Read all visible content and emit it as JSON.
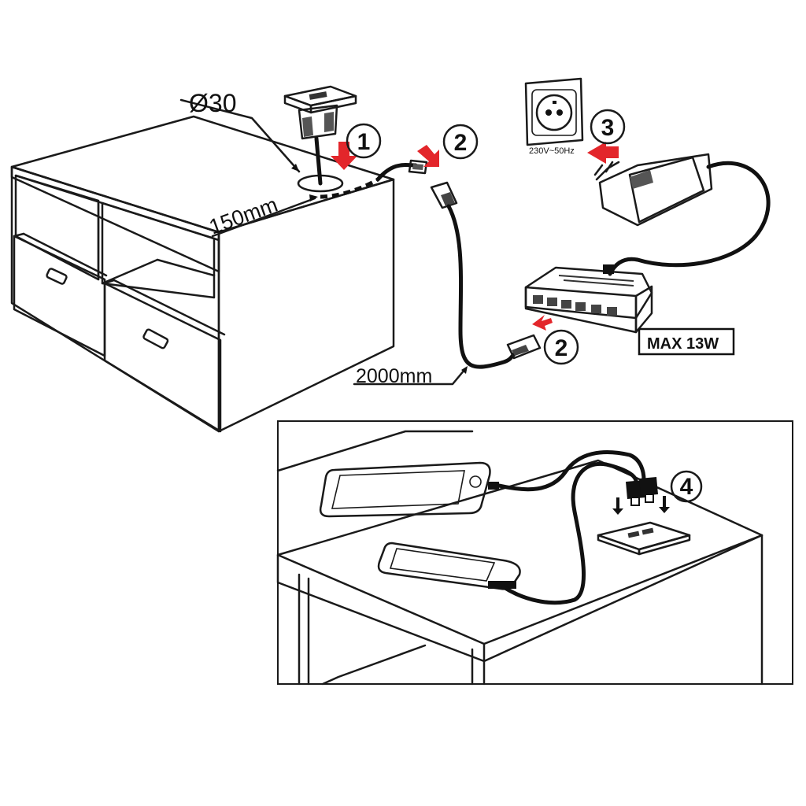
{
  "labels": {
    "diameter": "Ø30",
    "cable_short": "150mm",
    "cable_long": "2000mm",
    "socket_voltage": "230V~50Hz",
    "max_power": "MAX 13W"
  },
  "steps": {
    "step1": "1",
    "step2a": "2",
    "step2b": "2",
    "step3": "3",
    "step4": "4"
  },
  "colors": {
    "arrow": "#e3262b",
    "line": "#1a1a1a",
    "cable": "#111111"
  }
}
